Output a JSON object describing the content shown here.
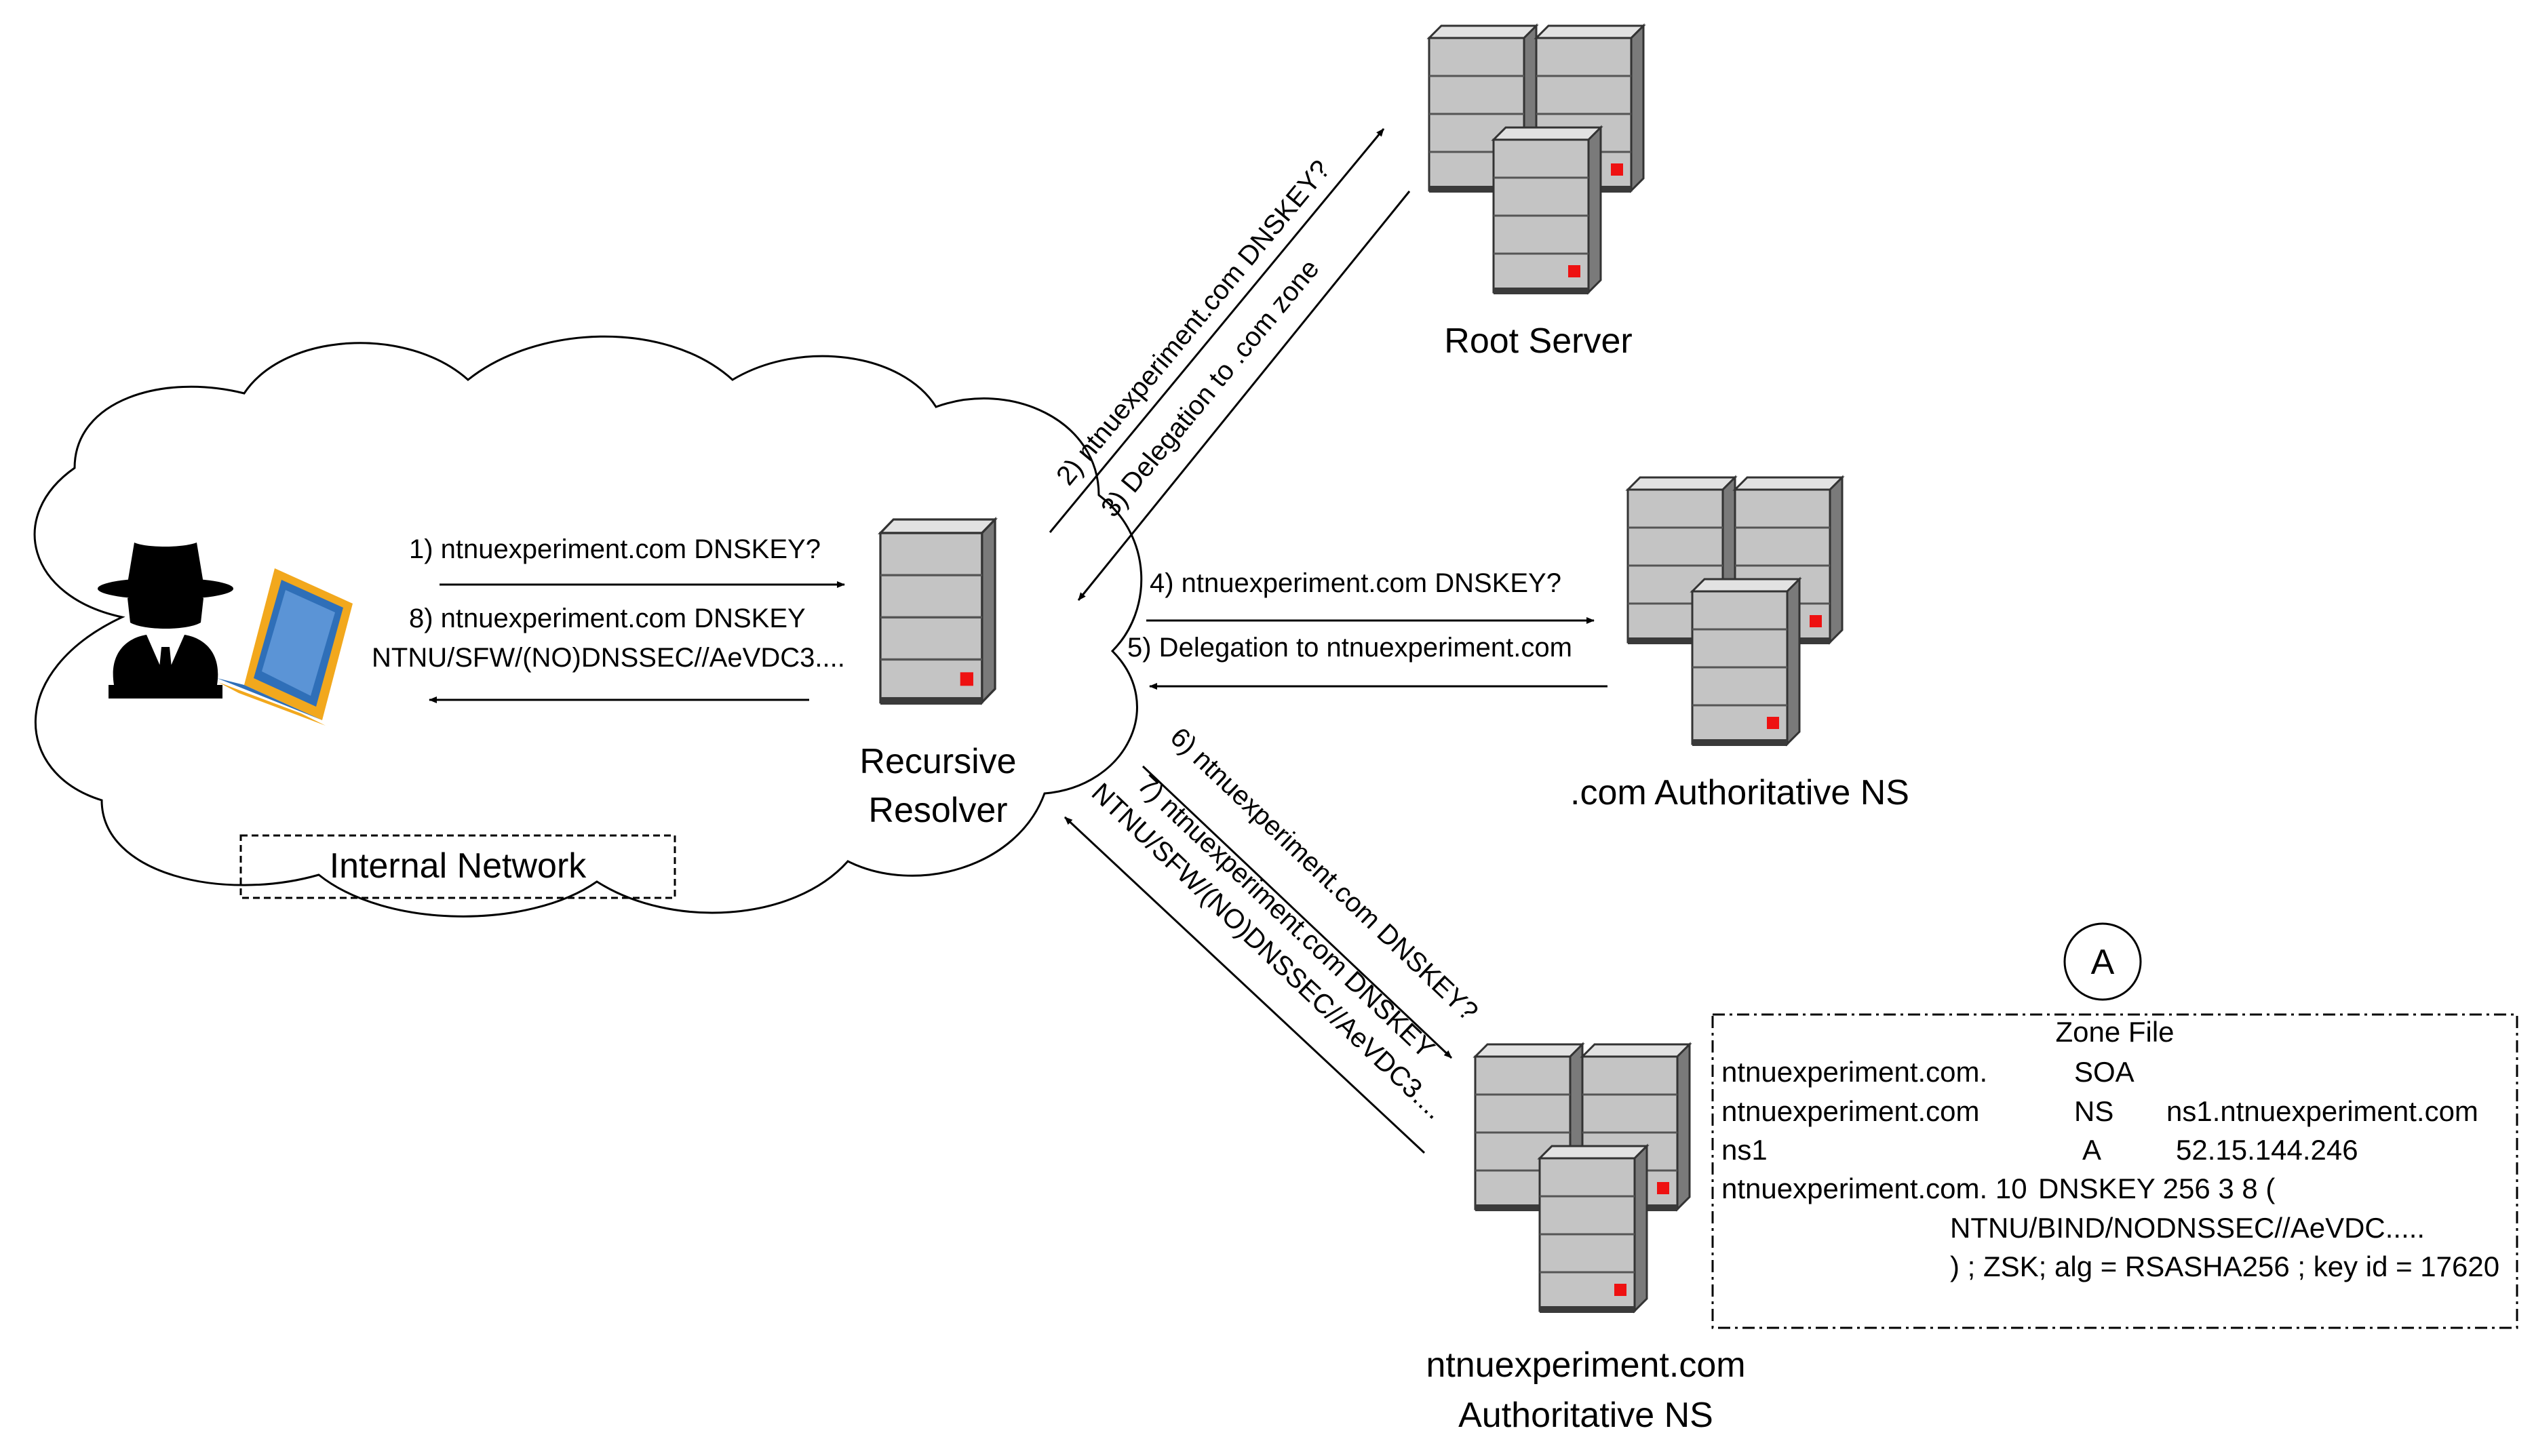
{
  "nodes": {
    "root_server": "Root Server",
    "recursive_resolver": [
      "Recursive",
      "Resolver"
    ],
    "com_ns": ".com Authoritative NS",
    "ntnu_ns": [
      "ntnuexperiment.com",
      "Authoritative NS"
    ],
    "internal_network": "Internal Network"
  },
  "messages": {
    "m1": "1) ntnuexperiment.com DNSKEY?",
    "m8_line1": "8) ntnuexperiment.com DNSKEY",
    "m8_line2": "NTNU/SFW/(NO)DNSSEC//AeVDC3....",
    "m2": "2) ntnuexperiment.com DNSKEY?",
    "m3": "3) Delegation to .com zone",
    "m4": "4) ntnuexperiment.com DNSKEY?",
    "m5": "5) Delegation to ntnuexperiment.com",
    "m6": "6) ntnuexperiment.com DNSKEY?",
    "m7_line1": "7) ntnuexperiment.com DNSKEY",
    "m7_line2": "NTNU/SFW/(NO)DNSSEC//AeVDC3...."
  },
  "marker": "A",
  "zone_file": {
    "title": "Zone File",
    "rows": [
      [
        "ntnuexperiment.com.",
        "SOA",
        ""
      ],
      [
        "ntnuexperiment.com",
        "NS",
        "ns1.ntnuexperiment.com"
      ],
      [
        "ns1",
        "A",
        "52.15.144.246"
      ],
      [
        "ntnuexperiment.com.  10",
        "DNSKEY  256  3  8  (",
        ""
      ]
    ],
    "continuation": [
      "NTNU/BIND/NODNSSEC//AeVDC.....",
      ") ; ZSK; alg = RSASHA256 ; key id = 17620"
    ]
  },
  "colors": {
    "server_light": "#c4c4c4",
    "server_dark": "#6e6e6e",
    "server_led": "#ee1111",
    "laptop_blue": "#2f6fb8",
    "laptop_gold": "#f2a81d"
  },
  "icons": [
    "spy-icon",
    "laptop-icon",
    "server-icon"
  ]
}
